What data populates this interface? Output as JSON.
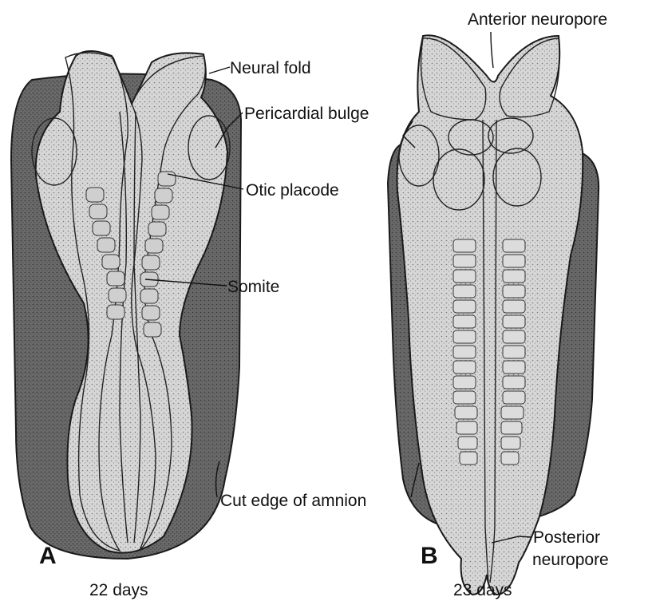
{
  "colors": {
    "ink": "#111111",
    "amnion_shade": "#6e6e6e",
    "embryo_fill": "#dcdcdc",
    "background": "#ffffff"
  },
  "embryo_a": {
    "panel_letter": "A",
    "age": "22 days",
    "labels": {
      "neural_fold": "Neural fold",
      "pericardial_bulge": "Pericardial bulge",
      "otic_placode": "Otic placode",
      "somite": "Somite",
      "cut_edge_of_amnion": "Cut edge of amnion"
    }
  },
  "embryo_b": {
    "panel_letter": "B",
    "age": "23 days",
    "labels": {
      "anterior_neuropore": "Anterior neuropore",
      "posterior_neuropore_line1": "Posterior",
      "posterior_neuropore_line2": "neuropore"
    }
  }
}
